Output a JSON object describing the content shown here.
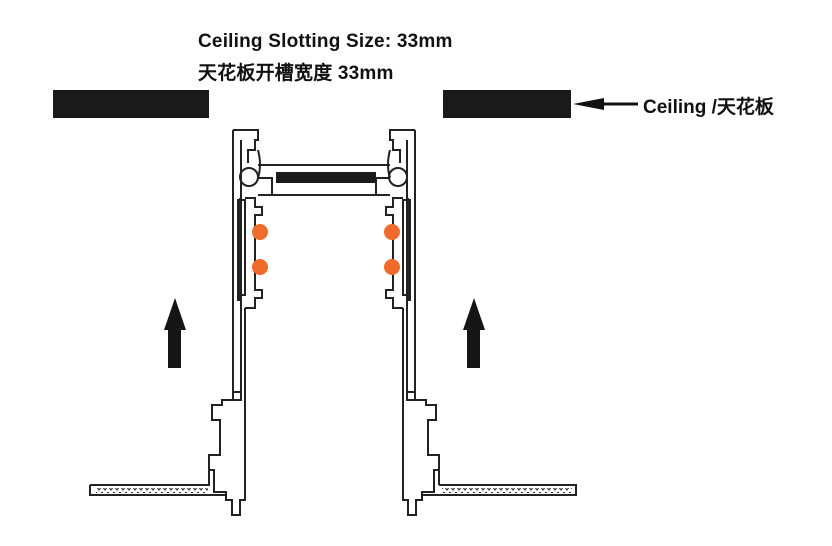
{
  "title": {
    "line1": "Ceiling Slotting Size: 33mm",
    "line2": "天花板开槽宽度 33mm"
  },
  "ceiling_label": "Ceiling /天花板",
  "colors": {
    "ceiling_fill": "#1a1a1a",
    "profile_stroke": "#222222",
    "contact_dot": "#f06a2a",
    "arrow_fill": "#151515"
  }
}
